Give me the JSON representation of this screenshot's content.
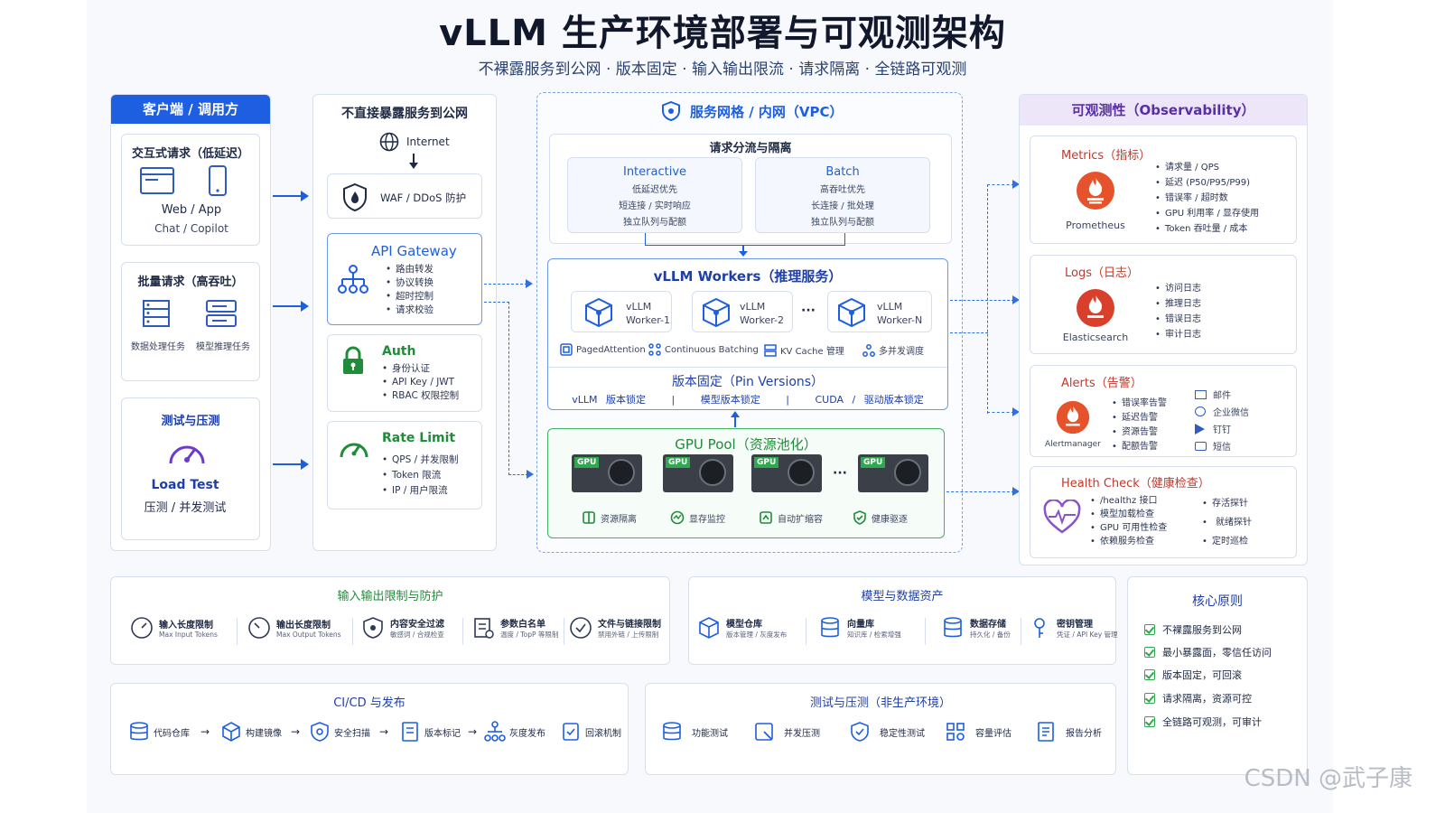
{
  "title": "vLLM 生产环境部署与可观测架构",
  "subtitle": "不裸露服务到公网 · 版本固定 · 输入输出限流 · 请求隔离 · 全链路可观测",
  "client": {
    "header": "客户端 / 调用方",
    "interactive": {
      "title": "交互式请求（低延迟）",
      "line1": "Web / App",
      "line2": "Chat / Copilot"
    },
    "batch": {
      "title": "批量请求（高吞吐）",
      "item1": "数据处理任务",
      "item2": "模型推理任务"
    },
    "test": {
      "title": "测试与压测",
      "line1": "Load Test",
      "line2": "压测 / 并发测试"
    }
  },
  "edge": {
    "header": "不直接暴露服务到公网",
    "internet": "Internet",
    "waf": "WAF / DDoS 防护",
    "gateway": {
      "title": "API Gateway",
      "items": [
        "路由转发",
        "协议转换",
        "超时控制",
        "请求校验"
      ]
    },
    "auth": {
      "title": "Auth",
      "items": [
        "身份认证",
        "API Key / JWT",
        "RBAC 权限控制"
      ]
    },
    "ratelimit": {
      "title": "Rate Limit",
      "items": [
        "QPS / 并发限制",
        "Token 限流",
        "IP / 用户限流"
      ]
    }
  },
  "mesh": {
    "header": "服务网格 / 内网（VPC）",
    "routing": {
      "title": "请求分流与隔离",
      "interactive": {
        "title": "Interactive",
        "l1": "低延迟优先",
        "l2": "短连接 / 实时响应",
        "l3": "独立队列与配额"
      },
      "batch": {
        "title": "Batch",
        "l1": "高吞吐优先",
        "l2": "长连接 / 批处理",
        "l3": "独立队列与配额"
      }
    },
    "workers": {
      "title": "vLLM Workers（推理服务）",
      "list": [
        {
          "l1": "vLLM",
          "l2": "Worker-1"
        },
        {
          "l1": "vLLM",
          "l2": "Worker-2"
        },
        {
          "l1": "vLLM",
          "l2": "Worker-N"
        }
      ],
      "ellipsis": "···",
      "features": [
        "PagedAttention",
        "Continuous Batching",
        "KV Cache 管理",
        "多并发调度"
      ]
    },
    "pin": {
      "title": "版本固定（Pin Versions）",
      "items": [
        "vLLM 版本锁定",
        "|",
        "模型版本锁定",
        "|",
        "CUDA / 驱动版本锁定"
      ]
    },
    "gpu": {
      "title": "GPU Pool（资源池化）",
      "tag": "GPU",
      "ellipsis": "···",
      "features": [
        "资源隔离",
        "显存监控",
        "自动扩缩容",
        "健康驱逐"
      ]
    }
  },
  "obs": {
    "header": "可观测性（Observability）",
    "metrics": {
      "title": "Metrics（指标）",
      "tool": "Prometheus",
      "items": [
        "请求量 / QPS",
        "延迟 (P50/P95/P99)",
        "错误率 / 超时数",
        "GPU 利用率 / 显存使用",
        "Token 吞吐量 / 成本"
      ]
    },
    "logs": {
      "title": "Logs（日志）",
      "tool": "Elasticsearch",
      "items": [
        "访问日志",
        "推理日志",
        "错误日志",
        "审计日志"
      ]
    },
    "alerts": {
      "title": "Alerts（告警）",
      "tool": "Alertmanager",
      "items": [
        "错误率告警",
        "延迟告警",
        "资源告警",
        "配额告警"
      ],
      "channels": [
        "邮件",
        "企业微信",
        "钉钉",
        "短信"
      ]
    },
    "health": {
      "title": "Health Check（健康检查）",
      "items": [
        "/healthz 接口",
        "模型加载检查",
        "GPU 可用性检查",
        "依赖服务检查"
      ],
      "probes": [
        "存活探针",
        "就绪探针",
        "定时巡检"
      ]
    }
  },
  "io": {
    "title": "输入输出限制与防护",
    "items": [
      {
        "t1": "输入长度限制",
        "t2": "Max Input Tokens"
      },
      {
        "t1": "输出长度限制",
        "t2": "Max Output Tokens"
      },
      {
        "t1": "内容安全过滤",
        "t2": "敏感词 / 合规检查"
      },
      {
        "t1": "参数白名单",
        "t2": "温度 / TopP 等限制"
      },
      {
        "t1": "文件与链接限制",
        "t2": "禁用外链 / 上传限制"
      }
    ]
  },
  "assets": {
    "title": "模型与数据资产",
    "items": [
      {
        "t1": "模型仓库",
        "t2": "版本管理 / 灰度发布"
      },
      {
        "t1": "向量库",
        "t2": "知识库 / 检索增强"
      },
      {
        "t1": "数据存储",
        "t2": "持久化 / 备份"
      },
      {
        "t1": "密钥管理",
        "t2": "凭证 / API Key 管理"
      }
    ]
  },
  "principles": {
    "title": "核心原则",
    "items": [
      "不裸露服务到公网",
      "最小暴露面，零信任访问",
      "版本固定，可回滚",
      "请求隔离，资源可控",
      "全链路可观测，可审计"
    ]
  },
  "cicd": {
    "title": "CI/CD 与发布",
    "items": [
      "代码仓库",
      "构建镜像",
      "安全扫描",
      "版本标记",
      "灰度发布",
      "回滚机制"
    ]
  },
  "tests": {
    "title": "测试与压测（非生产环境）",
    "items": [
      "功能测试",
      "并发压测",
      "稳定性测试",
      "容量评估",
      "报告分析"
    ]
  },
  "watermark": "CSDN @武子康",
  "colors": {
    "primary": "#1d5fe0",
    "green": "#2fa84f",
    "red": "#e2461f",
    "purple": "#8a54c9",
    "obs_header_bg": "#ece6f8"
  }
}
